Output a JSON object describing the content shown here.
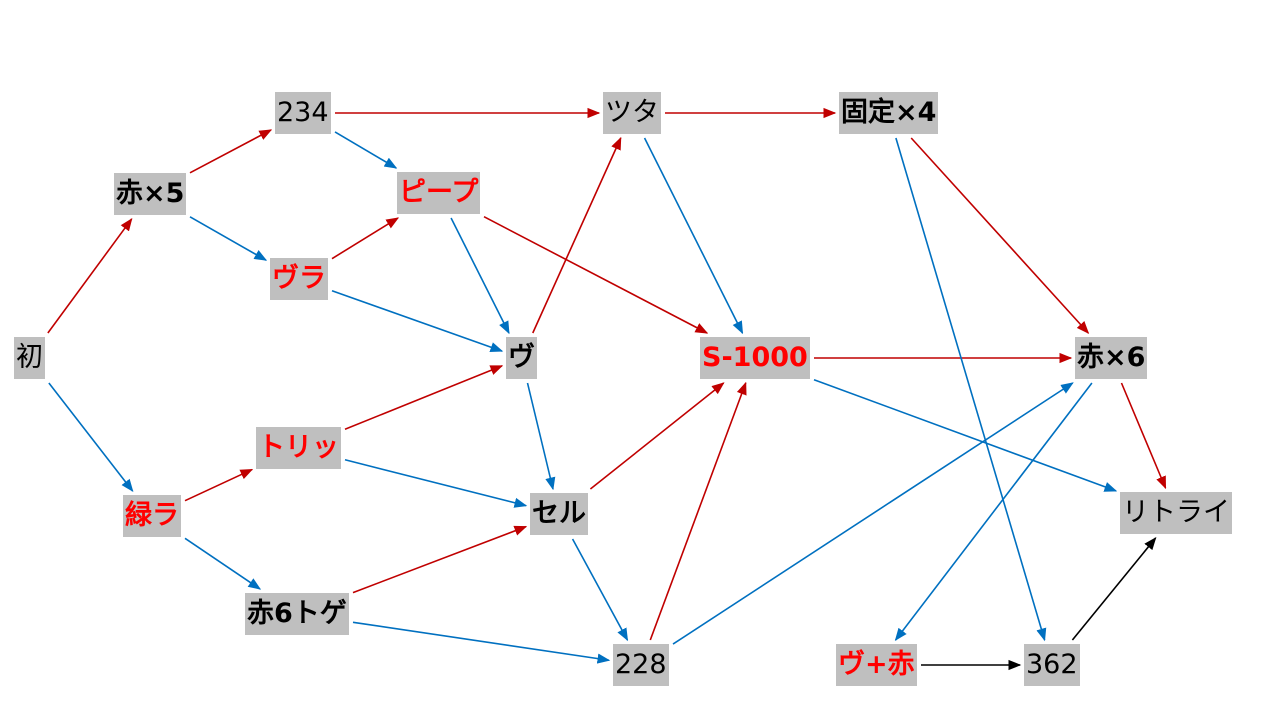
{
  "colors": {
    "red_edge": "#c00000",
    "blue_edge": "#0070c0",
    "black_edge": "#000000",
    "node_bg": "#bfbfbf",
    "red_text": "#ff0000"
  },
  "nodes": [
    {
      "id": "hatsu",
      "label": "初",
      "bold": false,
      "red": false
    },
    {
      "id": "aka5",
      "label": "赤×5",
      "bold": true,
      "red": false
    },
    {
      "id": "midora",
      "label": "緑ラ",
      "bold": true,
      "red": true
    },
    {
      "id": "n234",
      "label": "234",
      "bold": false,
      "red": false
    },
    {
      "id": "vura",
      "label": "ヴラ",
      "bold": true,
      "red": true
    },
    {
      "id": "toritsu",
      "label": "トリッ",
      "bold": true,
      "red": true
    },
    {
      "id": "aka6toge",
      "label": "赤6トゲ",
      "bold": true,
      "red": false
    },
    {
      "id": "piipu",
      "label": "ピープ",
      "bold": true,
      "red": true
    },
    {
      "id": "vu",
      "label": "ヴ",
      "bold": true,
      "red": false
    },
    {
      "id": "seru",
      "label": "セル",
      "bold": true,
      "red": false
    },
    {
      "id": "n228",
      "label": "228",
      "bold": false,
      "red": false
    },
    {
      "id": "tsuta",
      "label": "ツタ",
      "bold": false,
      "red": false
    },
    {
      "id": "s1000",
      "label": "S-1000",
      "bold": true,
      "red": true
    },
    {
      "id": "kotei4",
      "label": "固定×4",
      "bold": true,
      "red": false
    },
    {
      "id": "aka6",
      "label": "赤×6",
      "bold": true,
      "red": false
    },
    {
      "id": "vuaka",
      "label": "ヴ+赤",
      "bold": true,
      "red": true
    },
    {
      "id": "n362",
      "label": "362",
      "bold": false,
      "red": false
    },
    {
      "id": "retry",
      "label": "リトライ",
      "bold": false,
      "red": false
    }
  ],
  "edges": [
    {
      "from": "hatsu",
      "to": "aka5",
      "color": "red"
    },
    {
      "from": "hatsu",
      "to": "midora",
      "color": "blue"
    },
    {
      "from": "aka5",
      "to": "n234",
      "color": "red"
    },
    {
      "from": "aka5",
      "to": "vura",
      "color": "blue"
    },
    {
      "from": "midora",
      "to": "toritsu",
      "color": "red"
    },
    {
      "from": "midora",
      "to": "aka6toge",
      "color": "blue"
    },
    {
      "from": "n234",
      "to": "tsuta",
      "color": "red"
    },
    {
      "from": "n234",
      "to": "piipu",
      "color": "blue"
    },
    {
      "from": "vura",
      "to": "piipu",
      "color": "red"
    },
    {
      "from": "vura",
      "to": "vu",
      "color": "blue"
    },
    {
      "from": "toritsu",
      "to": "vu",
      "color": "red"
    },
    {
      "from": "toritsu",
      "to": "seru",
      "color": "blue"
    },
    {
      "from": "aka6toge",
      "to": "seru",
      "color": "red"
    },
    {
      "from": "aka6toge",
      "to": "n228",
      "color": "blue"
    },
    {
      "from": "piipu",
      "to": "s1000",
      "color": "red"
    },
    {
      "from": "piipu",
      "to": "vu",
      "color": "blue"
    },
    {
      "from": "vu",
      "to": "tsuta",
      "color": "red"
    },
    {
      "from": "vu",
      "to": "seru",
      "color": "blue"
    },
    {
      "from": "seru",
      "to": "s1000",
      "color": "red"
    },
    {
      "from": "seru",
      "to": "n228",
      "color": "blue"
    },
    {
      "from": "n228",
      "to": "s1000",
      "color": "red"
    },
    {
      "from": "n228",
      "to": "aka6",
      "color": "blue"
    },
    {
      "from": "tsuta",
      "to": "kotei4",
      "color": "red"
    },
    {
      "from": "tsuta",
      "to": "s1000",
      "color": "blue"
    },
    {
      "from": "s1000",
      "to": "aka6",
      "color": "red"
    },
    {
      "from": "s1000",
      "to": "retry",
      "color": "blue"
    },
    {
      "from": "kotei4",
      "to": "aka6",
      "color": "red"
    },
    {
      "from": "kotei4",
      "to": "n362",
      "color": "blue"
    },
    {
      "from": "aka6",
      "to": "retry",
      "color": "red"
    },
    {
      "from": "aka6",
      "to": "vuaka",
      "color": "blue"
    },
    {
      "from": "vuaka",
      "to": "n362",
      "color": "black"
    },
    {
      "from": "n362",
      "to": "retry",
      "color": "black"
    }
  ]
}
